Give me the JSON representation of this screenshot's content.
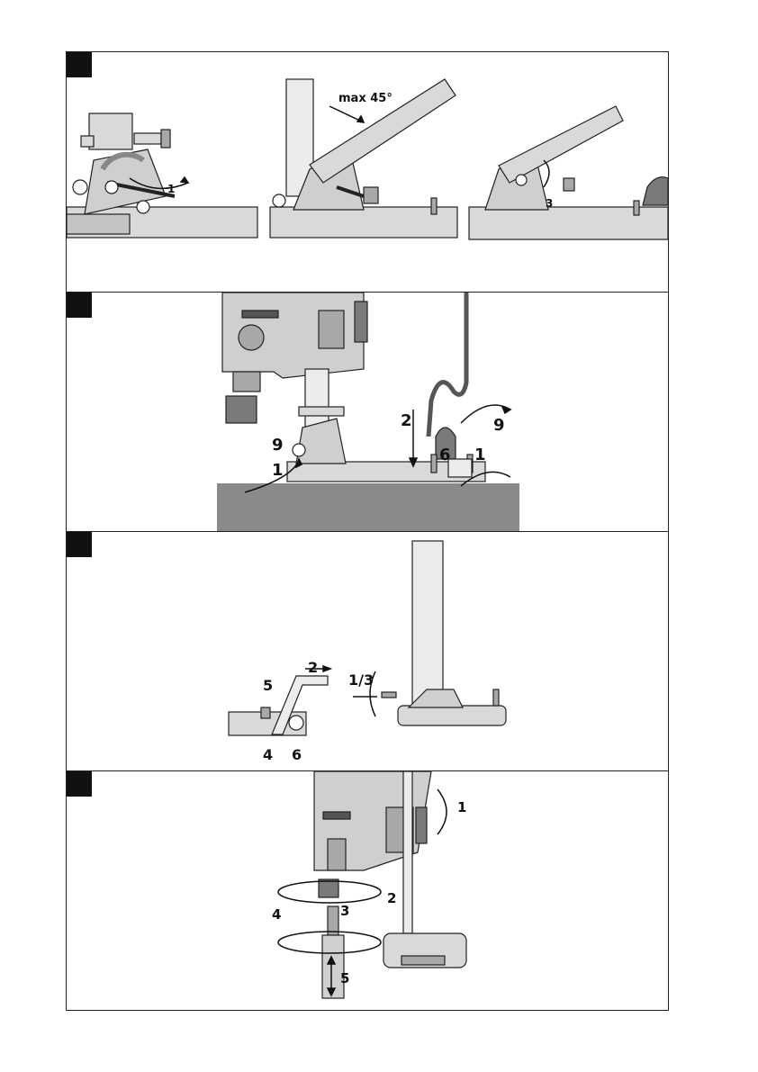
{
  "figures": [
    {
      "id": "1",
      "labels": {
        "angle": "max 45°",
        "step1": "1",
        "step3": "3"
      }
    },
    {
      "id": "2",
      "labels": {
        "n1a": "1",
        "n9a": "9",
        "n2": "2",
        "n6": "6",
        "n1b": "1",
        "n9b": "9"
      }
    },
    {
      "id": "3",
      "labels": {
        "n5": "5",
        "n2": "2",
        "n13": "1/3",
        "n4": "4",
        "n6": "6"
      }
    },
    {
      "id": "4",
      "labels": {
        "n1": "1",
        "n2": "2",
        "n3": "3",
        "n4": "4",
        "n5": "5"
      }
    }
  ],
  "colors": {
    "line": "#222222",
    "fill_light": "#d9d9d9",
    "fill_mid": "#a8a8a8",
    "fill_dark": "#7a7a7a",
    "ground": "#8a8a8a"
  }
}
